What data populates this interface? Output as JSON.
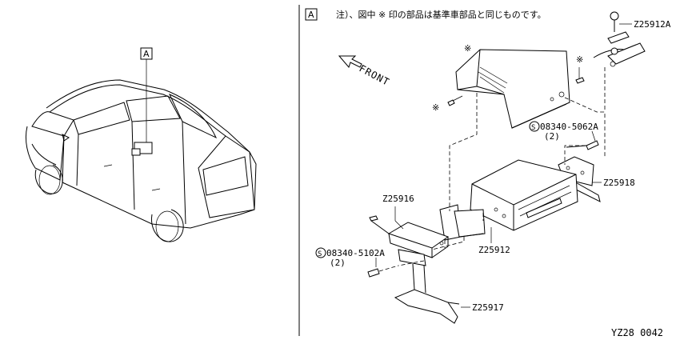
{
  "callout": "A",
  "note": "注）、図中 ※ 印の部品は基準車部品と同じものです。",
  "front_label": "FRONT",
  "asterisk": "※",
  "parts": {
    "z25912a": "Z25912A",
    "bolt_upper": "08340-5062A",
    "bolt_upper_qty": "(2)",
    "z25918": "Z25918",
    "z25916": "Z25916",
    "z25912": "Z25912",
    "bolt_lower": "08340-5102A",
    "bolt_lower_qty": "(2)",
    "z25917": "Z25917"
  },
  "screw_symbol": "S",
  "diagram_code": "YZ28 0042"
}
